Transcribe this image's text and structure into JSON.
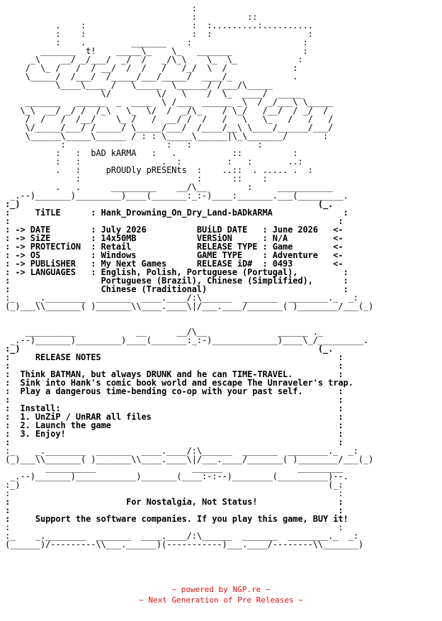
{
  "nfo": {
    "lines": [
      {
        "t": "                                      :",
        "b": false
      },
      {
        "t": "                                      :          ::",
        "b": false
      },
      {
        "t": "           .    :                     :  :.........:..........",
        "b": false
      },
      {
        "t": "           :    :                     :  :                   :",
        "b": false
      },
      {
        "t": "           :    .         _______    :                      :",
        "b": false
      },
      {
        "t": "        _______  t!    _____\\_    \\_   _______              :",
        "b": false
      },
      {
        "t": "      _\\    __/ _/___/  _/  /   _/\\_\\    \\_  \\_            :",
        "b": false
      },
      {
        "t": "     /  \\_ /   /  / __/  /  /   /   /_/  \\  /             :",
        "b": false
      },
      {
        "t": "     \\_____/  /___/  /_____/___/_____/  ____/_            .",
        "b": false
      },
      {
        "t": "           \\____\\____ /   \\_____  \\______/ /___/\\_____       ",
        "b": false
      },
      {
        "t": "                    \\/         \\/   \\    /  \\_  ____/  _____",
        "b": false
      },
      {
        "t": "     _______   ______  _  ____  \\ /___  ______ _\\  / _/___\\ \\_____",
        "b": false
      },
      {
        "t": "    \\_\\  __/ _/ /  /_\\   \\_  \\/  /  _/\\_    / \\_/   /__/  / _/  /",
        "b": false
      },
      {
        "t": "     /  /   /  /__/    \\_ /   /  __/ /  /   /   \\   \\_   /   /   /",
        "b": false
      },
      {
        "t": "     \\/_____/___/ /_____/ \\_____/___/  /____/__\\ \\____/______/___/",
        "b": false
      },
      {
        "t": "     \\______\\_____\\______ / : : \\_____\\______|\\_\\_______/       :",
        "b": false
      },
      {
        "t": "            :                    :   :             :",
        "b": false
      },
      {
        "t": "           :   :  bAD kARMA   :   .           ::          :",
        "b": false
      },
      {
        "t": "           :   :                .  :         :   :       ..:",
        "b": false
      },
      {
        "t": "           .   :     pROUDly pRESENts  :    ..::  . ..... .  :",
        "b": false
      },
      {
        "t": "               :                       :      ::    :",
        "b": false
      },
      {
        "t": "           .   .      _________    __/\\__        :     ___________",
        "b": false
      },
      {
        "t": "  _.--)_______)_________)____(_______:_:-)____:_______.___(_________.",
        "b": false
      },
      {
        "t": " :_)                                                           (_.",
        "b": true
      },
      {
        "t": " :     TiTLE      : Hank_Drowning_On_Dry_Land-bADkARMA              :",
        "b": true
      },
      {
        "t": " :                                                                 :",
        "b": true
      },
      {
        "t": " : -> DATE        : July 2026          BUiLD DATE   : June 2026   <-",
        "b": true
      },
      {
        "t": " : -> SiZE        : 14x50MB            VERSiON      : N/A         <-",
        "b": true
      },
      {
        "t": " : -> PROTECTiON  : Retail             RELEASE TYPE : Game        <-",
        "b": true
      },
      {
        "t": " : -> OS          : Windows            GAME TYPE    : Adventure   <-",
        "b": true
      },
      {
        "t": " : -> PUBLiSHER   : My Next Games      RELEASE iD#  : 0493        <-",
        "b": true
      },
      {
        "t": " : -> LANGUAGES   : English, Polish, Portuguese (Portugal),         :",
        "b": true
      },
      {
        "t": " :                  Portuguese (Brazil), Chinese (Simplified),      :",
        "b": true
      },
      {
        "t": " :                  Chinese (Traditional)                           :",
        "b": true
      },
      {
        "t": " :_    _.________  _______  ____.____/:\\______  _______  ________._  _:",
        "b": false
      },
      {
        "t": " (_)___\\\\_______( )_______\\\\____.____\\|/___.____/_______( )________/___(_)",
        "b": false
      },
      {
        "t": "",
        "b": false
      },
      {
        "t": "",
        "b": false
      },
      {
        "t": "     __________            __      __/\\__              ______ ._",
        "b": false
      },
      {
        "t": "  _.--)_______)_________)____(_______:_:-)_____________)____\\_/_________.",
        "b": false
      },
      {
        "t": " :_)                                                           (_.",
        "b": true
      },
      {
        "t": " :     RELEASE NOTES                                               :",
        "b": true
      },
      {
        "t": " :                                                                 :",
        "b": true
      },
      {
        "t": " :  Think BATMAN, but always DRUNK and he can TIME-TRAVEL.         :",
        "b": true
      },
      {
        "t": " :  Sink into Hank's comic book world and escape The Unraveler's trap.",
        "b": true
      },
      {
        "t": " :  Play a dangerous time-bending co-op with your past self.       :",
        "b": true
      },
      {
        "t": " :                                                                 :",
        "b": true
      },
      {
        "t": " :  Install:                                                       :",
        "b": true
      },
      {
        "t": " :  1. UnZiP / UnRAR all files                                     :",
        "b": true
      },
      {
        "t": " :  2. Launch the game                                             :",
        "b": true
      },
      {
        "t": " :  3. Enjoy!                                                      :",
        "b": true
      },
      {
        "t": " :                                                                 :",
        "b": true
      },
      {
        "t": " :_    _.________  _______  ____.____/:\\______  _______  ________._  _:",
        "b": false
      },
      {
        "t": " (_)___\\\\_______( )_______\\\\____.____\\|/___.____/_______( )________/___(_)",
        "b": false
      },
      {
        "t": "         __________                   ______               _________",
        "b": false
      },
      {
        "t": "  _.--)_______)____________)_______(____:-:--)________(__________)--.",
        "b": false
      },
      {
        "t": " :_)                                                             (_:",
        "b": false
      },
      {
        "t": " :                                                                 :",
        "b": false
      },
      {
        "t": " :                       For Nostalgia, Not Status!                :",
        "b": true
      },
      {
        "t": " :                                                                 :",
        "b": true
      },
      {
        "t": " :     Support the software companies. If you play this game, BUY it!",
        "b": true
      },
      {
        "t": " :                                                                 :",
        "b": false
      },
      {
        "t": " :_    _.________  _______  ____.____/:\\______  _______  ________._  _:",
        "b": false
      },
      {
        "t": " (______)/---------\\\\___.______)(-----------)___.____/--------\\\\_______)",
        "b": false
      }
    ]
  },
  "credits": {
    "line1": "~ powered by NGP.re ~",
    "line2": "~ Next Generation of Pre Releases ~"
  },
  "colors": {
    "text": "#000000",
    "background": "#ffffff",
    "credits": "#e01010"
  }
}
